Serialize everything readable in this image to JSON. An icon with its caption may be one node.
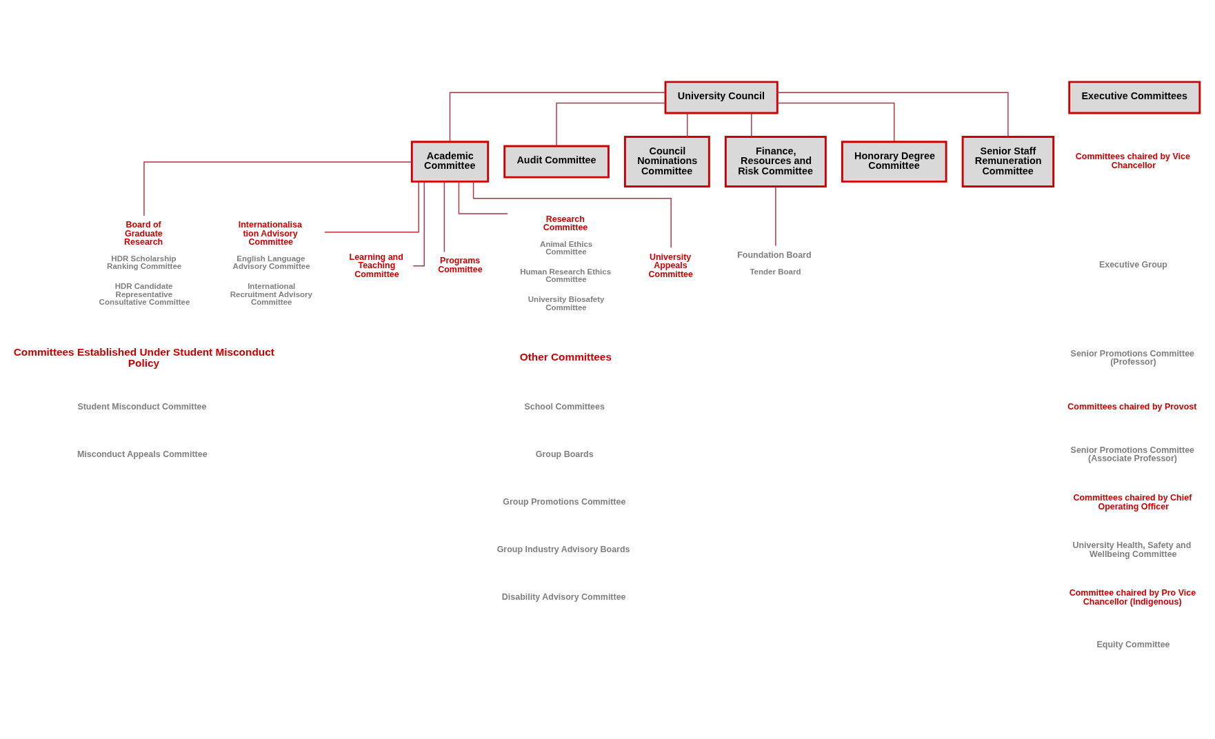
{
  "diagram": {
    "nodes": [
      {
        "text": [
          "University Council"
        ]
      },
      {
        "text": [
          "Academic Committee"
        ]
      },
      {
        "text": [
          "Audit Committee"
        ]
      },
      {
        "text": [
          "Council Nominations Committee"
        ]
      },
      {
        "text": [
          "Finance, Resources and Risk Committee"
        ]
      },
      {
        "text": [
          "Honorary Degree Committee"
        ]
      },
      {
        "text": [
          "Senior Staff Remuneration Committee"
        ]
      },
      {
        "text": [
          "Foundation Board"
        ],
        "beside": [
          "Tender Board"
        ]
      },
      {
        "text": [
          "Board of Graduate Research"
        ],
        "beside": [
          "HDR Scholarship Ranking Committee",
          "HDR Candidate Representative Consultative Committee"
        ]
      },
      {
        "text": [
          "Internationalisation Advisory Committee"
        ],
        "beside": [
          "English Language Advisory Committee",
          "International Recruitment Advisory Committee"
        ]
      },
      {
        "text": [
          "Learning and Teaching Committee"
        ]
      },
      {
        "text": [
          "Programs Committee"
        ]
      },
      {
        "text": [
          "Research Committee"
        ],
        "beside": [
          "Animal Ethics Committee",
          "Human Research Ethics Committee",
          "University Biosafety Committee"
        ]
      },
      {
        "text": [
          "University Appeals Committee"
        ]
      },
      {
        "text": [
          "Executive Committees"
        ]
      }
    ],
    "edges": [
      {
        "from": 0,
        "to": 1,
        "arrow": "none"
      },
      {
        "from": 0,
        "to": 2,
        "arrow": "none"
      },
      {
        "from": 0,
        "to": 3,
        "arrow": "none"
      },
      {
        "from": 0,
        "to": 4,
        "arrow": "none"
      },
      {
        "from": 0,
        "to": 5,
        "arrow": "none"
      },
      {
        "from": 0,
        "to": 6,
        "arrow": "none"
      },
      {
        "from": 4,
        "to": 7,
        "arrow": "none"
      },
      {
        "from": 1,
        "to": 8,
        "arrow": "none"
      },
      {
        "from": 1,
        "to": 9,
        "arrow": "none"
      },
      {
        "from": 1,
        "to": 10,
        "arrow": "none"
      },
      {
        "from": 1,
        "to": 11,
        "arrow": "none"
      },
      {
        "from": 1,
        "to": 12,
        "arrow": "none"
      },
      {
        "from": 1,
        "to": 13,
        "arrow": "none"
      }
    ],
    "labels": [
      "Committees chaired by Vice Chancellor",
      "Executive Group",
      "Senior Promotions Committee (Professor)",
      "Committees chaired by Provost",
      "Senior Promotions Committee (Associate Professor)",
      "Committees chaired by Chief Operating Officer",
      "University Health, Safety and Wellbeing Committee",
      "Committee chaired by Pro Vice Chancellor (Indigenous)",
      "Equity Committee",
      "Committees Established Under Student Misconduct Policy",
      "Student Misconduct Committee",
      "Misconduct Appeals Committee",
      "Other Committees",
      "School Committees",
      "Group Boards",
      "Group Promotions Committee",
      "Group Industry Advisory Boards",
      "Disability Advisory Committee"
    ]
  }
}
